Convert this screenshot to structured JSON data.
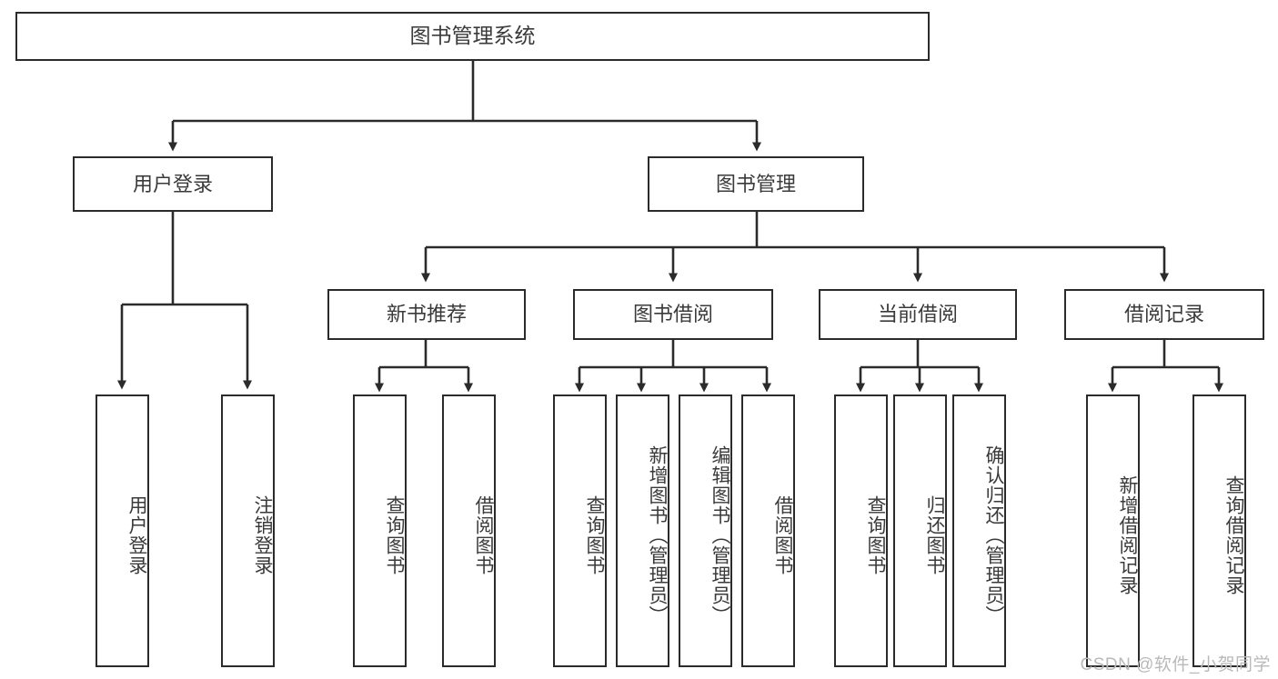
{
  "diagram": {
    "title": "图书管理系统",
    "watermark": "CSDN @软件_小贺同学",
    "colors": {
      "box_border": "#2b2b2b",
      "box_fill": "#ffffff",
      "text": "#3a3a3a",
      "connector": "#2b2b2b",
      "watermark": "#b9b9b9",
      "background": "#ffffff"
    },
    "root": {
      "label": "图书管理系统"
    },
    "level2": [
      {
        "label": "用户登录"
      },
      {
        "label": "图书管理"
      }
    ],
    "level3": [
      {
        "label": "新书推荐"
      },
      {
        "label": "图书借阅"
      },
      {
        "label": "当前借阅"
      },
      {
        "label": "借阅记录"
      }
    ],
    "leaves": {
      "user_login": [
        {
          "label": "用户登录"
        },
        {
          "label": "注销登录"
        }
      ],
      "new_book_recommend": [
        {
          "label": "查询图书"
        },
        {
          "label": "借阅图书"
        }
      ],
      "book_borrow": [
        {
          "label": "查询图书"
        },
        {
          "label": "新增图书（管理员）"
        },
        {
          "label": "编辑图书（管理员）"
        },
        {
          "label": "借阅图书"
        }
      ],
      "current_borrow": [
        {
          "label": "查询图书"
        },
        {
          "label": "归还图书"
        },
        {
          "label": "确认归还（管理员）"
        }
      ],
      "borrow_record": [
        {
          "label": "新增借阅记录"
        },
        {
          "label": "查询借阅记录"
        }
      ]
    }
  }
}
